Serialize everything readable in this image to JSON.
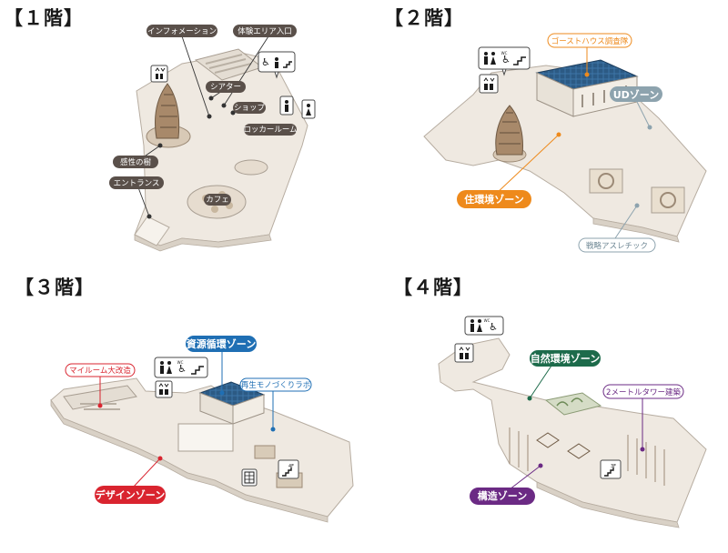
{
  "floors": [
    {
      "title": "【１階】",
      "labels": {
        "information": "インフォメーション",
        "experience_entrance": "体験エリア入口",
        "theater": "シアター",
        "shop": "ショップ",
        "locker_room": "ロッカールーム",
        "tree_of_senses": "感性の樹",
        "entrance": "エントランス",
        "cafe": "カフェ"
      }
    },
    {
      "title": "【２階】",
      "labels": {
        "ghost_house_team": "ゴーストハウス調査隊",
        "ud_zone": "UDゾーン",
        "living_env_zone": "住環境ゾーン",
        "strategy_athletic": "戦略アスレチック"
      }
    },
    {
      "title": "【３階】",
      "labels": {
        "resource_cycle_zone": "資源循環ゾーン",
        "my_room_renovation": "マイルーム大改造",
        "recycle_lab": "再生モノづくりラボ",
        "design_zone": "デザインゾーン"
      }
    },
    {
      "title": "【４階】",
      "labels": {
        "natural_env_zone": "自然環境ゾーン",
        "tower_2m": "2メートルタワー建築",
        "structure_zone": "構造ゾーン"
      }
    }
  ],
  "icon_text": {
    "wc": "WC",
    "floor_3f": "3F",
    "floor_4f": "4F"
  },
  "colors": {
    "dark_pill": "#5a504a",
    "orange": "#ee8a1c",
    "slate": "#8da3ae",
    "red": "#d9242f",
    "blue": "#1f6fb4",
    "green": "#1d6b4b",
    "purple": "#6b2a84",
    "floor_fill": "#efe9e1",
    "wall_fill": "#d9d1c6"
  }
}
